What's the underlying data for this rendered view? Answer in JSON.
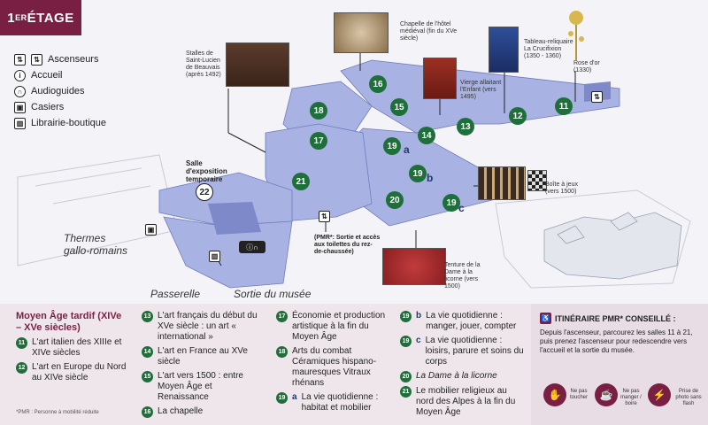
{
  "floor": {
    "title_main": "1",
    "title_sup": "ER",
    "title_rest": " ÉTAGE"
  },
  "legend": [
    {
      "icon": "elevator-icon",
      "glyph": "⇅",
      "label": "Ascenseurs"
    },
    {
      "icon": "info-icon",
      "glyph": "i",
      "label": "Accueil"
    },
    {
      "icon": "headphones-icon",
      "glyph": "∩",
      "label": "Audioguides"
    },
    {
      "icon": "locker-icon",
      "glyph": "▣",
      "label": "Casiers"
    },
    {
      "icon": "book-icon",
      "glyph": "▥",
      "label": "Librairie-boutique"
    }
  ],
  "artworks": {
    "stalles": "Stalles de Saint-Lucien de Beauvais (après 1492)",
    "chapelle": "Chapelle de l'hôtel médiéval (fin du XVe siècle)",
    "vierge": "Vierge allaitant l'Enfant (vers 1495)",
    "tableau": "Tableau-reliquaire : La Crucifixion (1350 - 1360)",
    "rose": "Rose d'or (1330)",
    "boite": "Boîte à jeux (vers 1500)",
    "tenture": "Tenture de la Dame à la licorne (vers 1500)"
  },
  "map": {
    "salle_expo": "Salle d'exposition temporaire",
    "salle_num": "22",
    "thermes": "Thermes gallo-romains",
    "passerelle": "Passerelle",
    "sortie": "Sortie du musée",
    "pmr_note": "(PMR*: Sortie et accès aux toilettes du rez-de-chaussée)",
    "room_numbers": [
      "16",
      "18",
      "15",
      "17",
      "14",
      "13",
      "12",
      "11",
      "19",
      "21",
      "19",
      "20",
      "19"
    ],
    "letters": [
      "a",
      "b",
      "c"
    ]
  },
  "key": {
    "section_title": "Moyen Âge tardif (XIVe – XVe siècles)",
    "col1": [
      {
        "n": "11",
        "t": "L'art italien des XIIIe et XIVe siècles"
      },
      {
        "n": "12",
        "t": "L'art en Europe du Nord au XIVe siècle"
      }
    ],
    "col2": [
      {
        "n": "13",
        "t": "L'art français du début du XVe siècle : un art « international »"
      },
      {
        "n": "14",
        "t": "L'art en France au XVe siècle"
      },
      {
        "n": "15",
        "t": "L'art vers 1500 : entre Moyen Âge et Renaissance"
      },
      {
        "n": "16",
        "t": "La chapelle"
      }
    ],
    "col3": [
      {
        "n": "17",
        "t": "Économie et production artistique à la fin du Moyen Âge"
      },
      {
        "n": "18",
        "t": "Arts du combat Céramiques hispano-mauresques Vitraux rhénans"
      },
      {
        "n": "19",
        "sub": "a",
        "t": "La vie quotidienne : habitat et mobilier"
      }
    ],
    "col4": [
      {
        "n": "19",
        "sub": "b",
        "t": "La vie quotidienne : manger, jouer, compter"
      },
      {
        "n": "19",
        "sub": "c",
        "t": "La vie quotidienne : loisirs, parure et soins du corps"
      },
      {
        "n": "20",
        "t": "La Dame à la licorne"
      },
      {
        "n": "21",
        "t": "Le mobilier religieux au nord des Alpes à la fin du Moyen Âge"
      }
    ],
    "footnote": "*PMR : Personne à mobilité réduite"
  },
  "pmr": {
    "title": "ITINÉRAIRE PMR* CONSEILLÉ :",
    "text": "Depuis l'ascenseur, parcourez les salles 11 à 21, puis prenez l'ascenseur pour redescendre vers l'accueil et la sortie du musée.",
    "rules": [
      {
        "icon": "no-touch-icon",
        "label": "Ne pas toucher"
      },
      {
        "icon": "no-food-icon",
        "label": "Ne pas manger / boire"
      },
      {
        "icon": "no-flash-icon",
        "label": "Prise de photo sans flash"
      }
    ]
  },
  "colors": {
    "accent": "#7a1f44",
    "room": "#a9b3e3",
    "room_dark": "#7d89c9",
    "room_num": "#1e6f3a"
  }
}
